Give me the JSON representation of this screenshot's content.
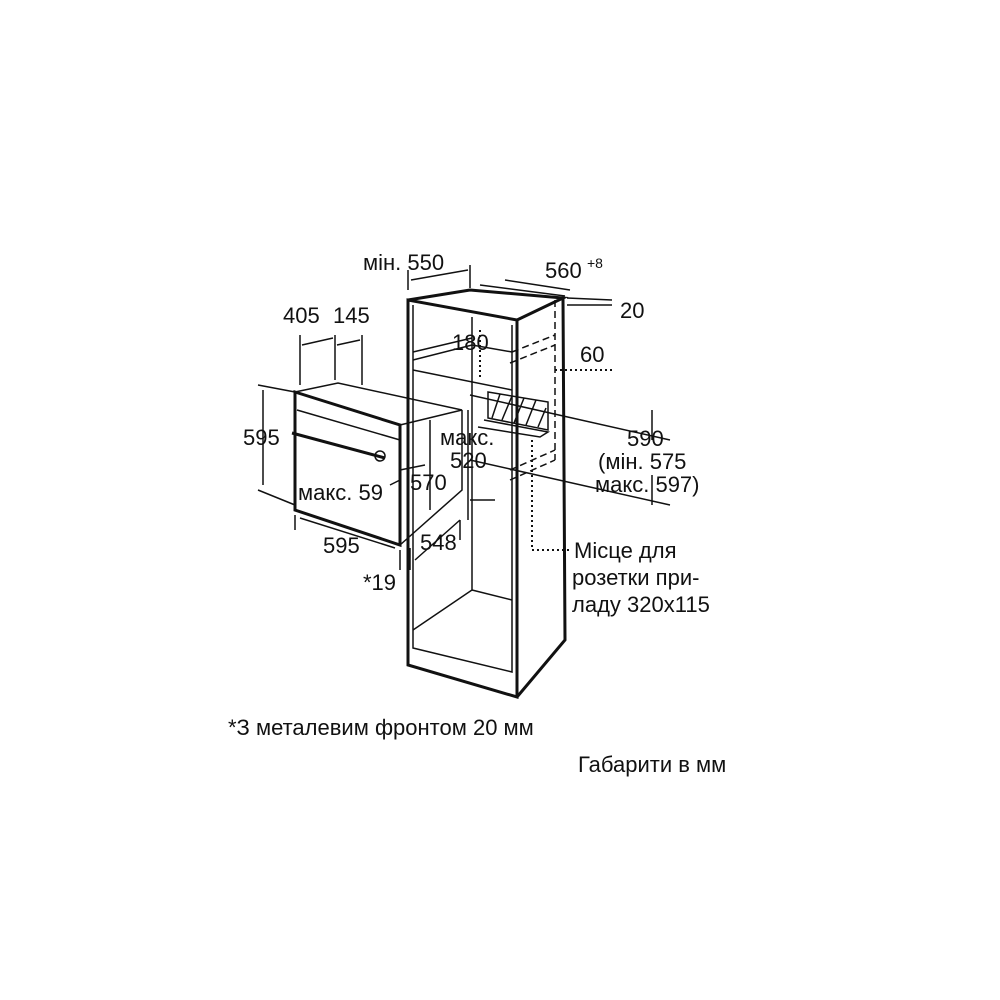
{
  "dimensions": {
    "min_depth": "мін. 550",
    "niche_width": "560",
    "niche_width_tolerance": "+8",
    "top_offset": "20",
    "oven_depth_main": "405",
    "oven_depth_front": "145",
    "vent_opening": "180",
    "socket_offset": "60",
    "oven_height": "595",
    "max_label": "макс.",
    "max_520": "520",
    "niche_height": "590",
    "niche_height_min": "(мін. 575",
    "niche_height_max": "макс. 597)",
    "max_59": "макс. 59",
    "inner_height": "570",
    "oven_width": "595",
    "body_depth": "548",
    "front_thickness": "*19"
  },
  "socket_note": [
    "Місце для",
    "розетки при-",
    "ладу 320x115"
  ],
  "footnote": "*З металевим фронтом 20 мм",
  "units_note": "Габарити в мм"
}
